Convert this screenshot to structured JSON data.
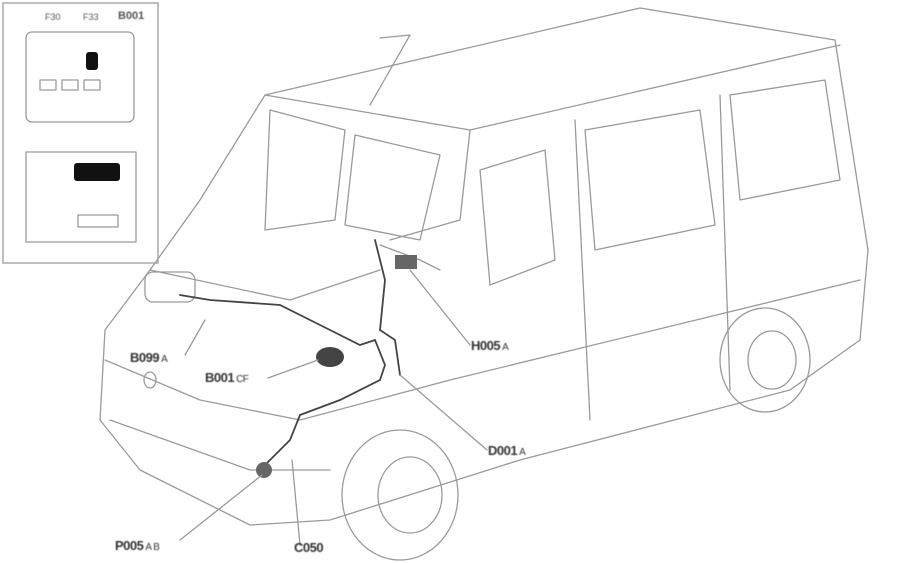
{
  "inset": {
    "labels": [
      "F30",
      "F33",
      "B001"
    ]
  },
  "callouts": [
    {
      "code": "B099",
      "suffix": "A"
    },
    {
      "code": "B001",
      "suffix": "CF"
    },
    {
      "code": "H005",
      "suffix": "A"
    },
    {
      "code": "D001",
      "suffix": "A"
    },
    {
      "code": "P005",
      "suffix": "A B"
    },
    {
      "code": "C050",
      "suffix": ""
    }
  ]
}
